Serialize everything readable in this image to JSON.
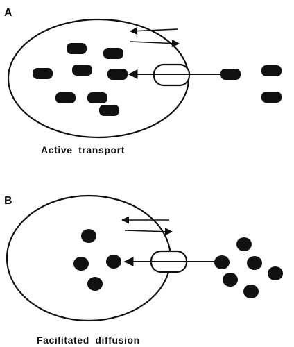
{
  "panels": [
    {
      "letter": "A",
      "caption": "Active  transport"
    },
    {
      "letter": "B",
      "caption": "Facilitated  diffusion"
    }
  ],
  "colors": {
    "ink": "#111111",
    "background": "#ffffff"
  }
}
